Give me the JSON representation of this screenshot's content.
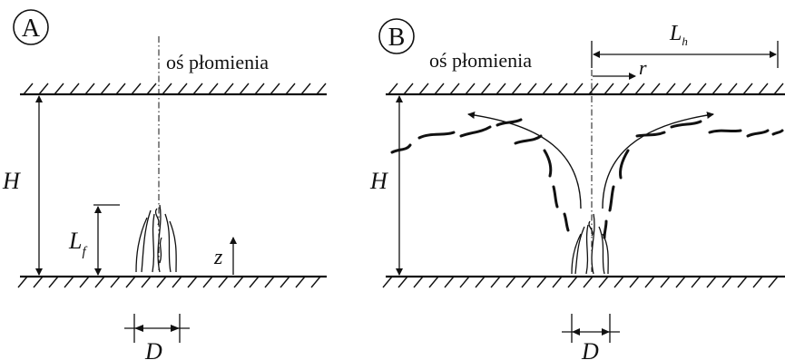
{
  "panel_a": {
    "badge": "A",
    "axis_label": "oś płomienia",
    "height_label": "H",
    "flame_label_main": "L",
    "flame_label_sub": "f",
    "z_label": "z",
    "d_label": "D"
  },
  "panel_b": {
    "badge": "B",
    "axis_label": "oś płomienia",
    "lh_label_main": "L",
    "lh_label_sub": "h",
    "r_label": "r",
    "height_label": "H",
    "d_label": "D"
  }
}
